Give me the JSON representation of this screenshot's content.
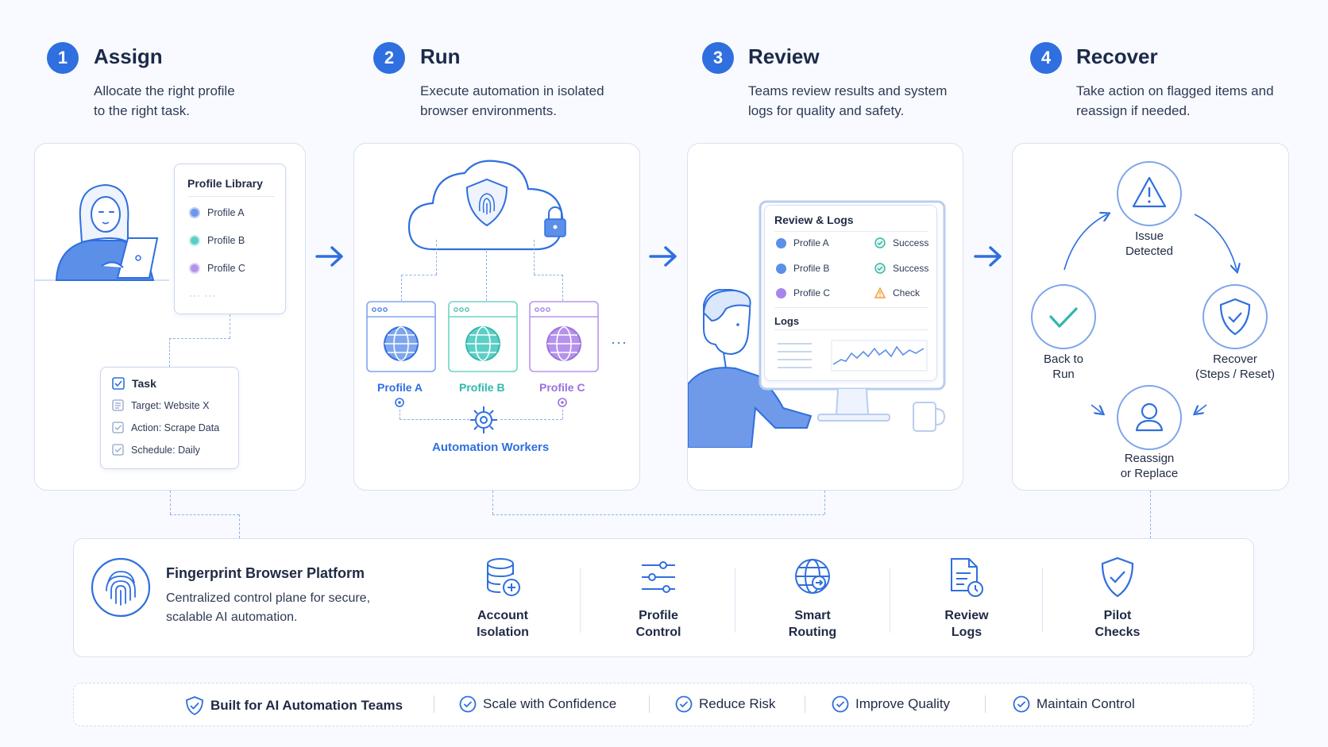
{
  "steps": [
    {
      "number": "1",
      "title": "Assign",
      "desc_line1": "Allocate the right profile",
      "desc_line2": "to the right task."
    },
    {
      "number": "2",
      "title": "Run",
      "desc_line1": "Execute automation in isolated",
      "desc_line2": "browser environments."
    },
    {
      "number": "3",
      "title": "Review",
      "desc_line1": "Teams review results and system",
      "desc_line2": "logs for quality and safety."
    },
    {
      "number": "4",
      "title": "Recover",
      "desc_line1": "Take action on flagged items and",
      "desc_line2": "reassign if needed."
    }
  ],
  "assign": {
    "library_title": "Profile Library",
    "profiles": [
      "Profile A",
      "Profile B",
      "Profile C"
    ],
    "more": "··· ···",
    "task_title": "Task",
    "task_rows": [
      "Target: Website X",
      "Action: Scrape Data",
      "Schedule: Daily"
    ]
  },
  "run": {
    "profiles": [
      "Profile A",
      "Profile B",
      "Profile C"
    ],
    "more": "···",
    "workers_label": "Automation Workers"
  },
  "review": {
    "title": "Review & Logs",
    "rows": [
      {
        "profile": "Profile A",
        "status": "Success"
      },
      {
        "profile": "Profile B",
        "status": "Success"
      },
      {
        "profile": "Profile C",
        "status": "Check"
      }
    ],
    "logs_title": "Logs"
  },
  "recover": {
    "issue_line1": "Issue",
    "issue_line2": "Detected",
    "back_line1": "Back to",
    "back_line2": "Run",
    "recover_line1": "Recover",
    "recover_line2": "(Steps / Reset)",
    "reassign_line1": "Reassign",
    "reassign_line2": "or Replace"
  },
  "platform": {
    "title": "Fingerprint Browser Platform",
    "desc_line1": "Centralized control plane for secure,",
    "desc_line2": "scalable AI automation.",
    "features": [
      {
        "line1": "Account",
        "line2": "Isolation",
        "icon": "database-icon"
      },
      {
        "line1": "Profile",
        "line2": "Control",
        "icon": "sliders-icon"
      },
      {
        "line1": "Smart",
        "line2": "Routing",
        "icon": "globe-routing-icon"
      },
      {
        "line1": "Review",
        "line2": "Logs",
        "icon": "document-clock-icon"
      },
      {
        "line1": "Pilot",
        "line2": "Checks",
        "icon": "shield-check-icon"
      }
    ]
  },
  "bottom": {
    "items": [
      "Built for AI Automation Teams",
      "Scale with Confidence",
      "Reduce Risk",
      "Improve Quality",
      "Maintain Control"
    ]
  },
  "colors": {
    "accent": "#2f6fdf",
    "teal": "#2fb8b0",
    "purple": "#9b6fe0",
    "warning": "#f0a040",
    "success": "#35b5a0"
  }
}
